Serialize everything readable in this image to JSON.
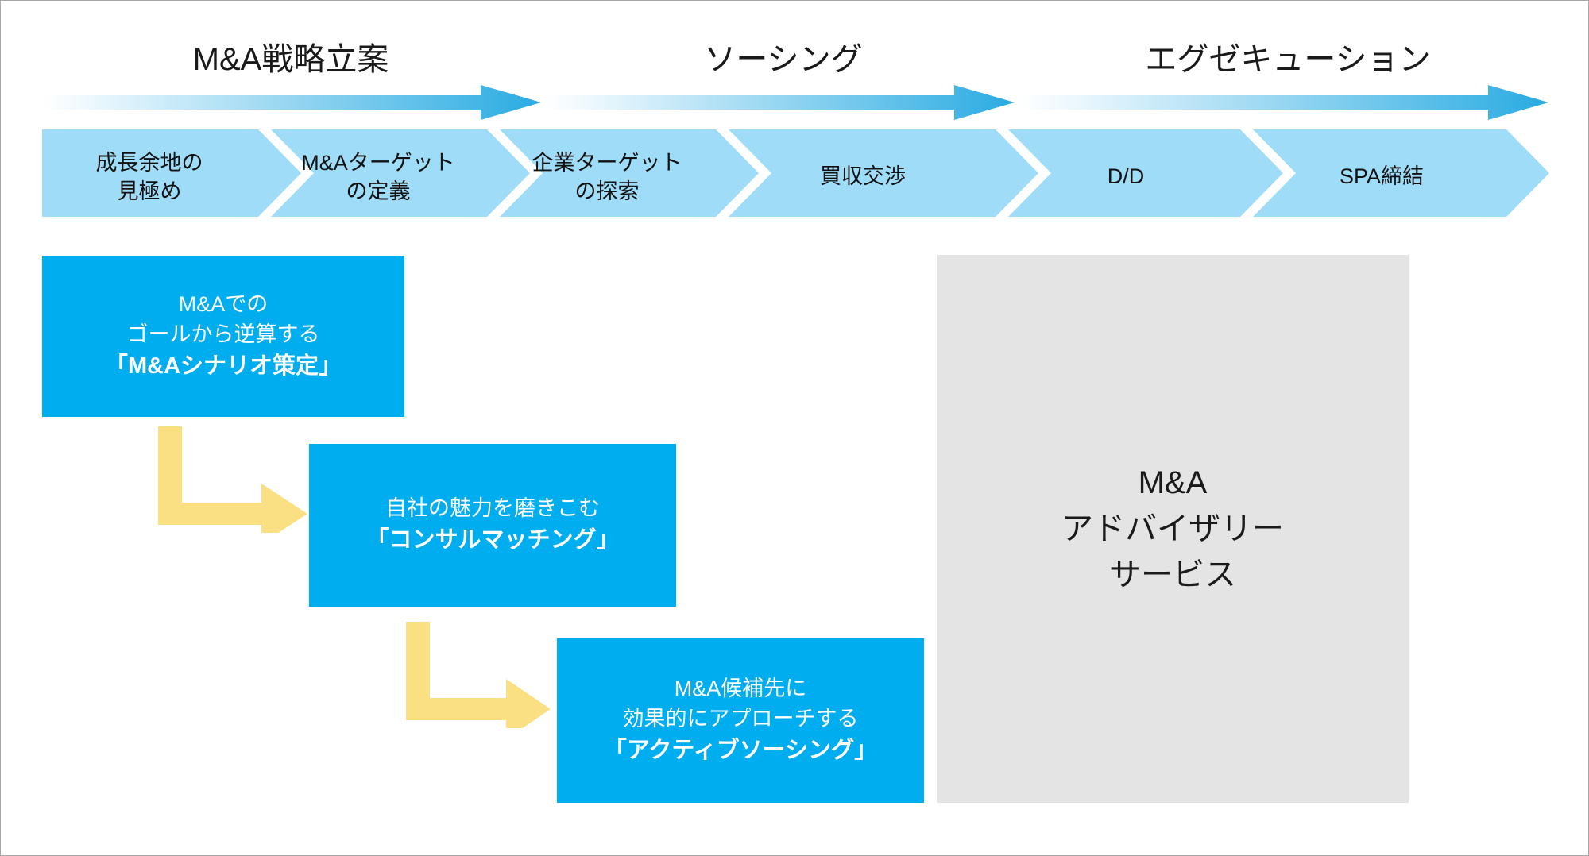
{
  "diagram": {
    "title_phases": [
      {
        "label": "M&A戦略立案"
      },
      {
        "label": "ソーシング"
      },
      {
        "label": "エグゼキューション"
      }
    ],
    "process_steps": [
      {
        "label": "成長余地の\n見極め"
      },
      {
        "label": "M&Aターゲット\nの定義"
      },
      {
        "label": "企業ターゲット\nの探索"
      },
      {
        "label": "買収交渉"
      },
      {
        "label": "D/D"
      },
      {
        "label": "SPA締結"
      }
    ],
    "service_boxes": [
      {
        "line1": "M&Aでの",
        "line2": "ゴールから逆算する",
        "line3": "「M&Aシナリオ策定」"
      },
      {
        "line1": "自社の魅力を磨きこむ",
        "line2": "「コンサルマッチング」"
      },
      {
        "line1": "M&A候補先に",
        "line2": "効果的にアプローチする",
        "line3": "「アクティブソーシング」"
      }
    ],
    "advisory_panel": {
      "line1": "M&A",
      "line2": "アドバイザリー",
      "line3": "サービス"
    },
    "colors": {
      "accent_blue": "#00ADEF",
      "chevron_blue": "#9EDCF8",
      "arrow_yellow": "#FBDF83",
      "panel_grey": "#E4E4E4",
      "text_dark": "#1A1A1A",
      "border_grey": "#A6A6A6"
    }
  }
}
